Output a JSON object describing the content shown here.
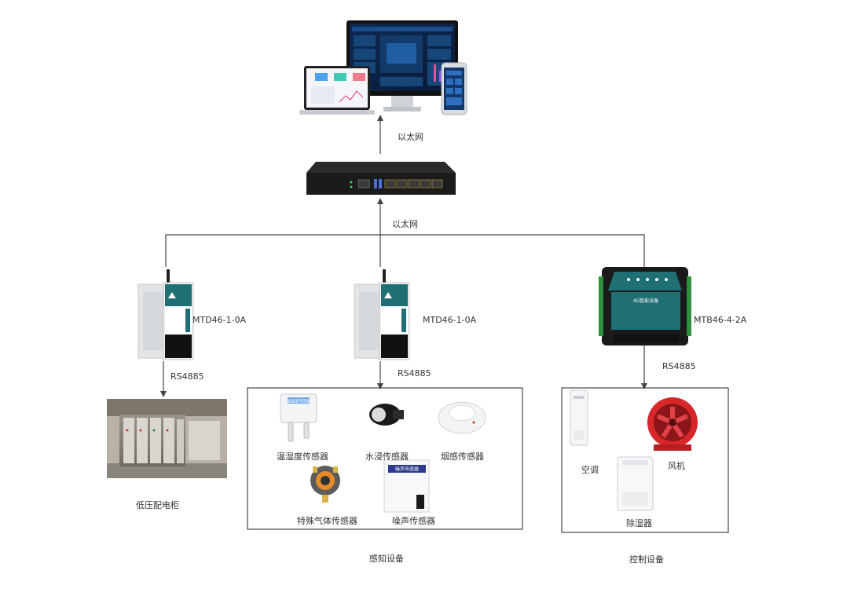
{
  "diagram": {
    "ethernet_top": "以太网",
    "ethernet_bottom": "以太网",
    "device_left": "MTD46-1-0A",
    "device_middle": "MTD46-1-0A",
    "device_right": "MTB46-4-2A",
    "rs_left": "RS4885",
    "rs_middle": "RS4885",
    "rs_right": "RS4885",
    "cabinet_caption": "低压配电柜",
    "sensing_caption": "感知设备",
    "control_caption": "控制设备",
    "right_device_screen": "4G智能设备",
    "sensors": [
      "温湿度传感器",
      "水浸传感器",
      "烟感传感器",
      "特殊气体传感器",
      "噪声传感器"
    ],
    "sensor_panel_texts": [
      "温湿度传感器",
      "噪声传感器"
    ],
    "controls": [
      "空调",
      "风机",
      "除湿器"
    ]
  },
  "colors": {
    "line": "#444444",
    "device_teal": "#1f6f73",
    "fan_red": "#d9262a",
    "router_black": "#1b1b1b"
  }
}
